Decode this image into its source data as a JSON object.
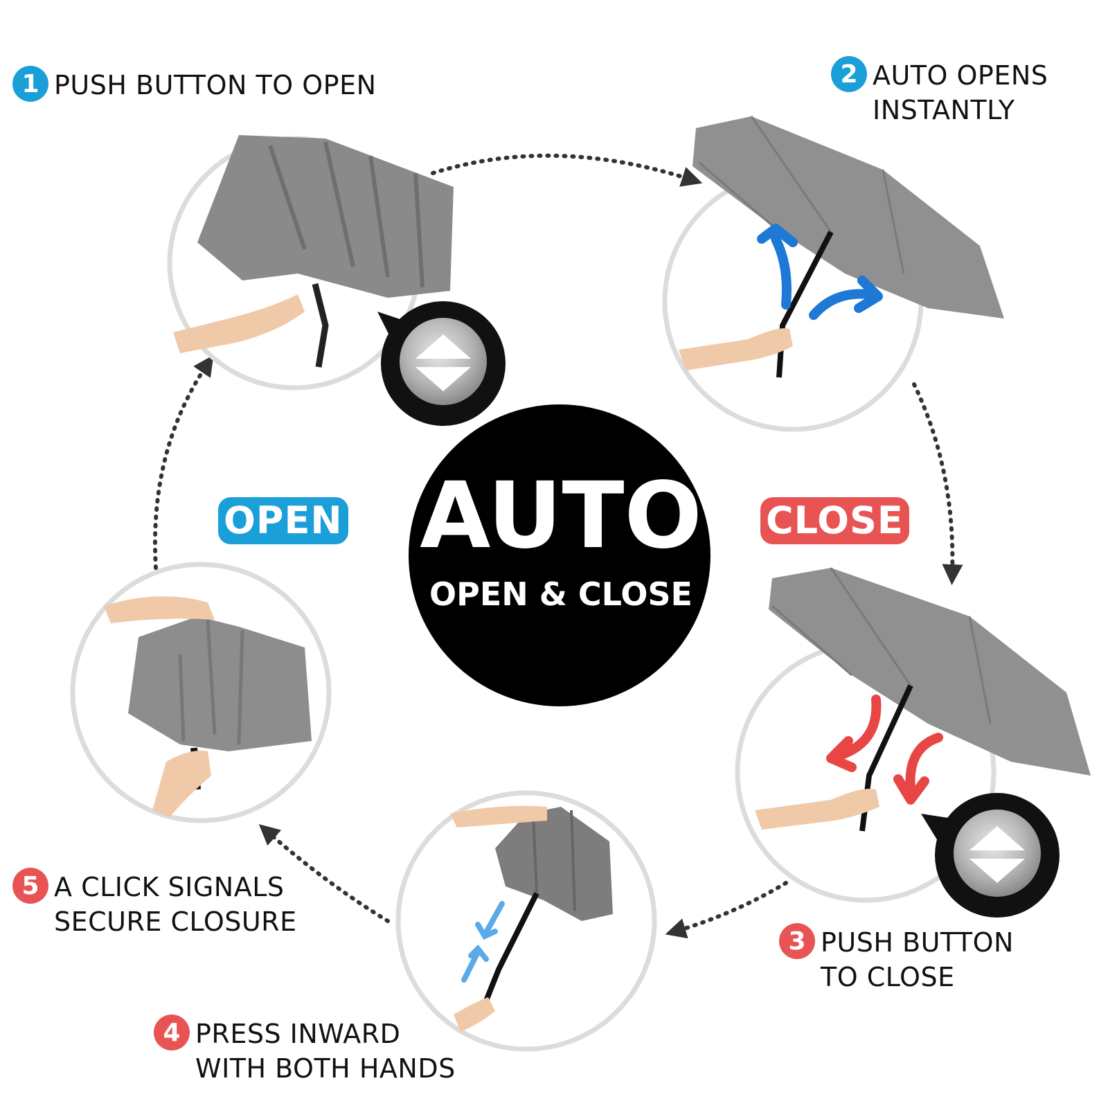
{
  "colors": {
    "open_blue": "#1a9fd8",
    "close_red": "#e85454",
    "canopy_gray": "#8a8a8a",
    "ring_gray": "#dcdcdc",
    "skin": "#f0c9a8",
    "arrow_blue": "#1e78d6",
    "arrow_red": "#e84545"
  },
  "center": {
    "title": "AUTO",
    "subtitle": "OPEN & CLOSE"
  },
  "badges": {
    "open": "OPEN",
    "close": "CLOSE"
  },
  "steps": [
    {
      "number": "1",
      "text": "PUSH BUTTON  TO OPEN"
    },
    {
      "number": "2",
      "text": "AUTO OPENS\nINSTANTLY"
    },
    {
      "number": "3",
      "text": "PUSH BUTTON\nTO CLOSE"
    },
    {
      "number": "4",
      "text": "PRESS INWARD\nWITH BOTH HANDS"
    },
    {
      "number": "5",
      "text": "A CLICK SIGNALS\nSECURE CLOSURE"
    }
  ],
  "icons": {
    "button_closeup": "push-button-icon",
    "open_arrows": "open-motion-arrows",
    "close_arrows": "close-motion-arrows",
    "press_arrows": "press-inward-arrows"
  }
}
